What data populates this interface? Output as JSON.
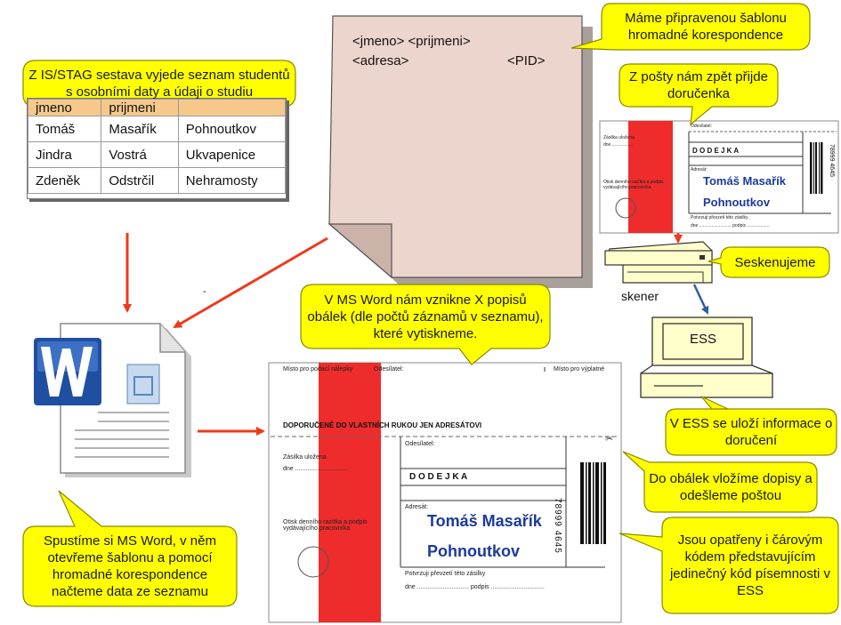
{
  "table": {
    "headers": [
      "jmeno",
      "prijmeni",
      ""
    ],
    "rows": [
      [
        "Tomáš",
        "Masařík",
        "Pohnoutkov"
      ],
      [
        "Jindra",
        "Vostrá",
        "Ukvapenice"
      ],
      [
        "Zdeněk",
        "Odstrčil",
        "Nehramosty"
      ]
    ]
  },
  "callouts": {
    "stag": "Z IS/STAG sestava vyjede seznam studentů s osobními daty a údaji o studiu",
    "template": "Máme připravenou šablonu hromadné korespondence",
    "posta": "Z pošty nám zpět přijde doručenka",
    "scan": "Seskenujeme",
    "word": "V MS Word nám vznikne X popisů obálek (dle počtů záznamů v seznamu), které vytiskneme.",
    "ess": "V ESS se uloží informace o doručení",
    "envelope": "Do obálek vložíme dopisy a odešleme poštou",
    "barcode": "Jsou opatřeny i čárovým kódem představujícím jedinečný kód písemnosti v ESS",
    "msword": "Spustíme si MS Word, v něm otevřeme šablonu a pomocí hromadné korespondence načteme data ze seznamu"
  },
  "template_doc": {
    "line1": "<jmeno> <prijmeni>",
    "line2": "<adresa>",
    "pid": "<PID>"
  },
  "devices": {
    "scanner": "skener",
    "ess": "ESS"
  },
  "envelope": {
    "misto_podaci": "Místo pro podací nálepky",
    "odesilatel": "Odesílatel:",
    "misto_vyplatne": "Místo pro výplatné",
    "doporucene": "DOPORUČENĚ DO VLASTNÍCH RUKOU JEN ADRESÁTOVI",
    "zasilka": "Zásilka uložena",
    "dne": "dne ...............................",
    "otisk": "Otisk denního razítka a podpis vydávajícího pracovníka",
    "dodejka": "D O D E J K A",
    "adresat": "Adresát:",
    "name": "Tomáš  Masařík",
    "town": "Pohnoutkov",
    "potvrzuji": "Potvrzuji převzetí této zásilky",
    "dne_podpis": "dne .............................. podpis ...............................",
    "barcode_number": "78999 4645"
  },
  "receipt": {
    "odesilatel": "Odesílatel:",
    "zasilka": "Zásilka uložena",
    "dne": "dne .................",
    "otisk": "Otisk denního razítka a podpis vydávajícího pracovníka",
    "dodejka": "D O D E J K A",
    "adresat": "Adresát:",
    "name": "Tomáš  Masařík",
    "town": "Pohnoutkov",
    "potvrzuji": "Potvrzuji převzetí této zásilky",
    "dne_podpis": "dne .......................... podpis ..................",
    "barcode_number": "78999 4645"
  },
  "stray_mark": "-",
  "colors": {
    "callout_fill": "#ffff00",
    "callout_stroke": "#8a8a00",
    "template_fill": "#ecd5cc",
    "red_stripe": "#ee2c2c",
    "flow_arrow": "#ee3a1a",
    "blue_name": "#1b3a9a",
    "scanner_fill": "#ffffcc"
  }
}
